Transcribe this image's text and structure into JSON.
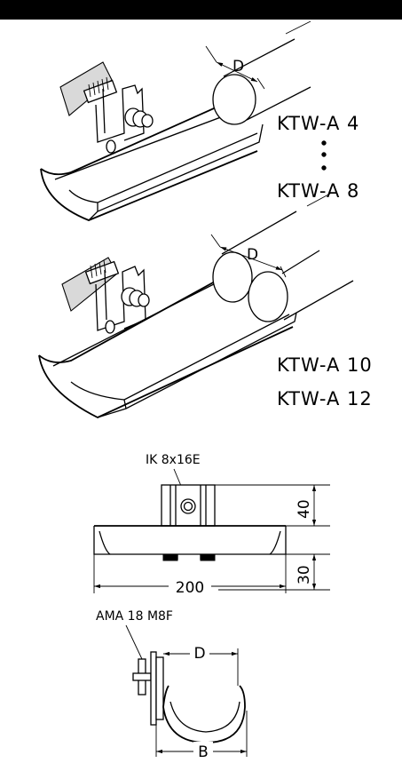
{
  "models_single": {
    "dimension_label": "D",
    "range_start": "KTW-A 4",
    "range_end": "KTW-A 8"
  },
  "models_double": {
    "dimension_label": "D",
    "item_1": "KTW-A 10",
    "item_2": "KTW-A 12"
  },
  "side_view": {
    "screw_label": "IK 8x16E",
    "height_upper": "40",
    "height_lower": "30",
    "width": "200"
  },
  "end_view": {
    "mount_label": "AMA 18 M8F",
    "diameter_label": "D",
    "width_label": "B"
  }
}
